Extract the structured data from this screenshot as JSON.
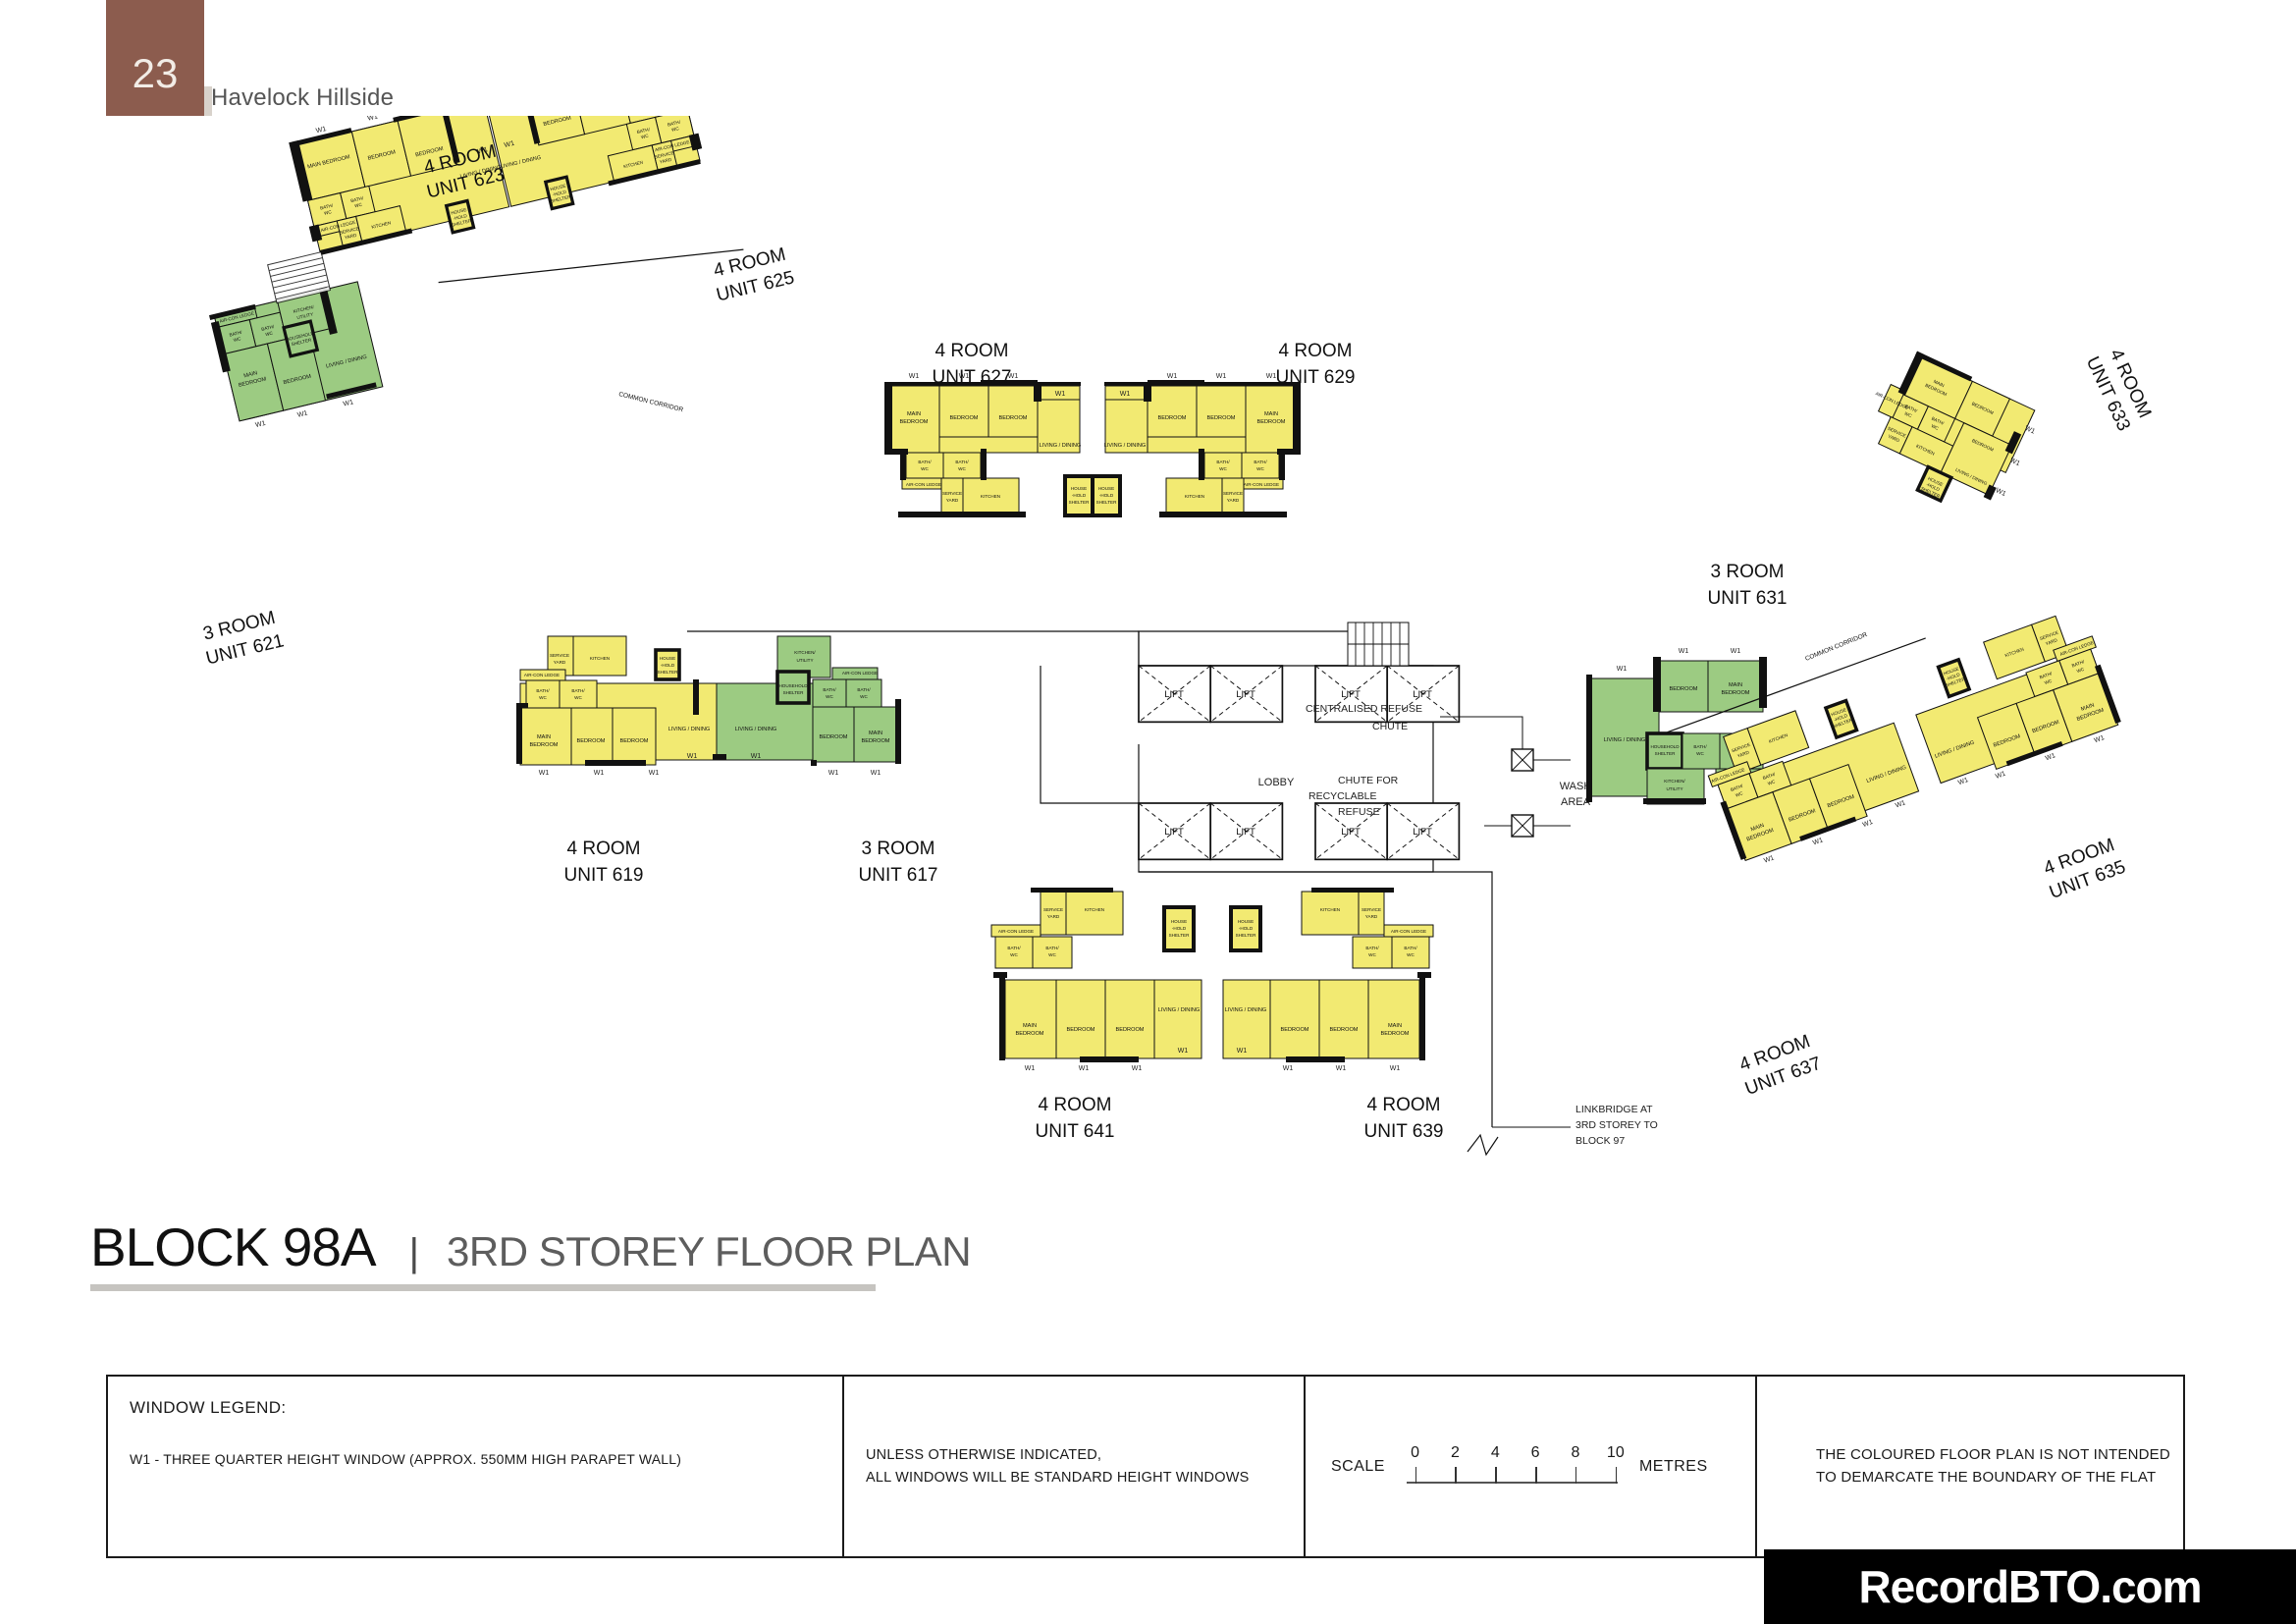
{
  "header": {
    "page_number": "23",
    "project_name": "Havelock Hillside"
  },
  "title": {
    "block": "BLOCK 98A",
    "separator": "|",
    "storey": "3RD STOREY FLOOR PLAN"
  },
  "colors": {
    "flat_4room": "#f2ea72",
    "flat_3room": "#9ccb82",
    "wall": "#000000",
    "badge": "#8c5c4e",
    "rule": "#c6c4c0"
  },
  "room_labels": {
    "main_bedroom": "MAIN BEDROOM",
    "bedroom": "BEDROOM",
    "living_dining": "LIVING / DINING",
    "kitchen": "KITCHEN",
    "kitchen_utility": "KITCHEN/ UTILITY",
    "bath_wc": "BATH/ WC",
    "service_yard": "SERVICE YARD",
    "aircon_ledge": "AIR-CON LEDGE",
    "household_shelter": "HOUSE -HOLD SHELTER",
    "household_shelter_wide": "HOUSEHOLD SHELTER",
    "window_tag": "W1"
  },
  "units": [
    {
      "id": "623",
      "type": "4 ROOM",
      "label": "UNIT 623",
      "colour": "yellow"
    },
    {
      "id": "625",
      "type": "4 ROOM",
      "label": "UNIT 625",
      "colour": "yellow"
    },
    {
      "id": "621",
      "type": "3 ROOM",
      "label": "UNIT 621",
      "colour": "green"
    },
    {
      "id": "627",
      "type": "4 ROOM",
      "label": "UNIT 627",
      "colour": "yellow"
    },
    {
      "id": "629",
      "type": "4 ROOM",
      "label": "UNIT 629",
      "colour": "yellow"
    },
    {
      "id": "631",
      "type": "3 ROOM",
      "label": "UNIT 631",
      "colour": "green"
    },
    {
      "id": "633",
      "type": "4 ROOM",
      "label": "UNIT 633",
      "colour": "yellow"
    },
    {
      "id": "635",
      "type": "4 ROOM",
      "label": "UNIT 635",
      "colour": "yellow"
    },
    {
      "id": "637",
      "type": "4 ROOM",
      "label": "UNIT 637",
      "colour": "yellow"
    },
    {
      "id": "619",
      "type": "4 ROOM",
      "label": "UNIT 619",
      "colour": "yellow"
    },
    {
      "id": "617",
      "type": "3 ROOM",
      "label": "UNIT 617",
      "colour": "green"
    },
    {
      "id": "639",
      "type": "4 ROOM",
      "label": "UNIT 639",
      "colour": "yellow"
    },
    {
      "id": "641",
      "type": "4 ROOM",
      "label": "UNIT 641",
      "colour": "yellow"
    }
  ],
  "unit_titles": {
    "u623_type": "4 ROOM",
    "u623_no": "UNIT 623",
    "u625_type": "4 ROOM",
    "u625_no": "UNIT 625",
    "u621_type": "3 ROOM",
    "u621_no": "UNIT 621",
    "u627_type": "4 ROOM",
    "u627_no": "UNIT 627",
    "u629_type": "4 ROOM",
    "u629_no": "UNIT 629",
    "u631_type": "3 ROOM",
    "u631_no": "UNIT 631",
    "u633_type": "4 ROOM",
    "u633_no": "UNIT 633",
    "u635_type": "4 ROOM",
    "u635_no": "UNIT 635",
    "u637_type": "4 ROOM",
    "u637_no": "UNIT 637",
    "u619_type": "4 ROOM",
    "u619_no": "UNIT 619",
    "u617_type": "3 ROOM",
    "u617_no": "UNIT 617",
    "u639_type": "4 ROOM",
    "u639_no": "UNIT 639",
    "u641_type": "4 ROOM",
    "u641_no": "UNIT 641"
  },
  "annotations": {
    "common_corridor": "COMMON CORRIDOR",
    "lobby": "LOBBY",
    "lift": "LIFT",
    "wash_area_l1": "WASH",
    "wash_area_l2": "AREA",
    "centralised_refuse_l1": "CENTRALISED REFUSE",
    "centralised_refuse_l2": "CHUTE",
    "recyclable_l1": "CHUTE FOR",
    "recyclable_l2": "RECYCLABLE",
    "recyclable_l3": "REFUSE",
    "linkbridge_l1": "LINKBRIDGE AT",
    "linkbridge_l2": "3RD STOREY TO",
    "linkbridge_l3": "BLOCK 97"
  },
  "legend": {
    "window_heading": "WINDOW LEGEND:",
    "window_row": "W1 -  THREE QUARTER HEIGHT WINDOW (APPROX. 550MM HIGH PARAPET WALL)",
    "note_l1": "UNLESS OTHERWISE INDICATED,",
    "note_l2": "ALL WINDOWS WILL BE STANDARD HEIGHT WINDOWS",
    "scale_label": "SCALE",
    "scale_units": "METRES",
    "scale_ticks": [
      "0",
      "2",
      "4",
      "6",
      "8",
      "10"
    ],
    "disclaimer_l1": "THE COLOURED FLOOR PLAN IS NOT INTENDED",
    "disclaimer_l2": "TO DEMARCATE THE BOUNDARY OF THE FLAT"
  },
  "watermark": {
    "text": "RecordBTO.com"
  }
}
